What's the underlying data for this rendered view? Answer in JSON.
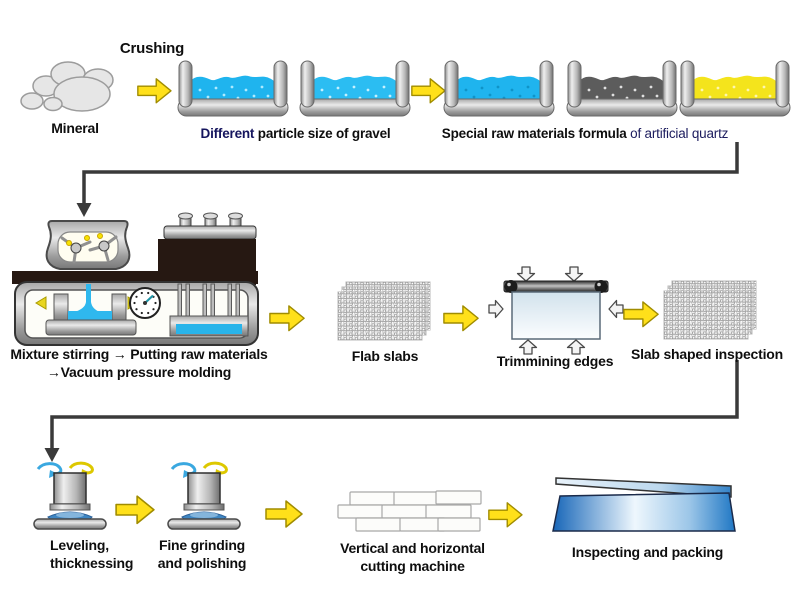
{
  "diagram": {
    "background": "#ffffff",
    "arrow_yellow": "#ffe01a",
    "arrow_outline": "#a08c00",
    "gravel_blue": "#1fb4ee",
    "gravel_dark": "#5c5c5c",
    "gravel_yellow": "#f4e41c",
    "connector_color": "#3a3a3a",
    "slab_blue": "#1a6ec2"
  },
  "stage1": {
    "crushing_label": "Crushing",
    "mineral_label": "Mineral",
    "gravel_caption_highlight": "Different",
    "gravel_caption_rest": " particle size of gravel",
    "formula_caption_bold": "Special raw materials formula",
    "formula_caption_rest": " of artificial quartz"
  },
  "stage2": {
    "mixing_line1": "Mixture stirring → Putting raw materials",
    "mixing_line2": "→Vacuum pressure molding",
    "flab_label": "Flab slabs",
    "trimming_label": "Trimmining edges",
    "inspection_label": "Slab shaped inspection"
  },
  "stage3": {
    "leveling_line1": "Leveling,",
    "leveling_line2": "thicknessing",
    "grinding_line1": "Fine grinding",
    "grinding_line2": "and polishing",
    "cutting_line1": "Vertical and horizontal",
    "cutting_line2": "cutting machine",
    "packing_label": "Inspecting and packing"
  }
}
